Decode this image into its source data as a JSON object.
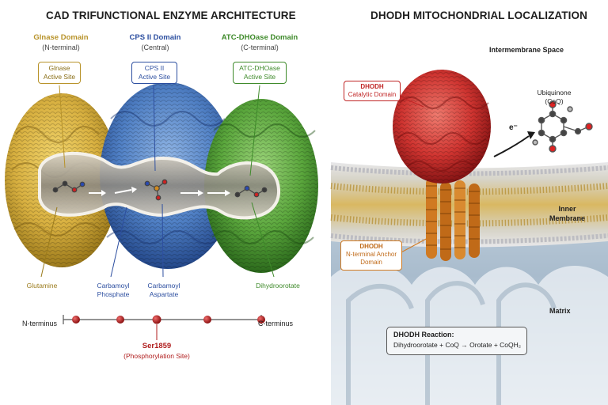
{
  "left_panel": {
    "title": "CAD TRIFUNCTIONAL ENZYME ARCHITECTURE",
    "domains": [
      {
        "name": "Glnase Domain",
        "sub": "(N-terminal)",
        "site": [
          "Glnase",
          "Active Site"
        ],
        "color": "#b8932a"
      },
      {
        "name": "CPS II Domain",
        "sub": "(Central)",
        "site": [
          "CPS II",
          "Active Site"
        ],
        "color": "#2d4fa0"
      },
      {
        "name": "ATC-DHOase Domain",
        "sub": "(C-terminal)",
        "site": [
          "ATC-DHOase",
          "Active Site"
        ],
        "color": "#3e8a2a"
      }
    ],
    "intermediates": [
      {
        "lines": [
          "Glutamine"
        ],
        "color": "#9a7a1a"
      },
      {
        "lines": [
          "Carbamoyl",
          "Phosphate"
        ],
        "color": "#2d4fa0"
      },
      {
        "lines": [
          "Carbamoyl",
          "Aspartate"
        ],
        "color": "#2d4fa0"
      },
      {
        "lines": [
          "Dihydroorotate"
        ],
        "color": "#3e8a2a"
      }
    ],
    "n_terminus": "N-terminus",
    "c_terminus": "C-terminus",
    "phospho_site": "Ser1859",
    "phospho_sub": "(Phosphorylation Site)",
    "phospho_color": "#b01e1e"
  },
  "right_panel": {
    "title": "DHODH MITOCHONDRIAL LOCALIZATION",
    "intermembrane_space": "Intermembrane Space",
    "catalytic_callout": [
      "DHODH",
      "Catalytic Domain"
    ],
    "anchor_callout": [
      "DHODH",
      "N-terminal Anchor",
      "Domain"
    ],
    "ubiquinone": [
      "Ubiquinone",
      "(CoQ)"
    ],
    "electron": "e⁻",
    "inner_membrane": [
      "Inner",
      "Membrane"
    ],
    "matrix": "Matrix",
    "reaction_title": "DHODH Reaction:",
    "reaction_equation": "Dihydroorotate + CoQ → Orotate + CoQH₂",
    "catalytic_color": "#c02525",
    "anchor_color": "#d07a22"
  }
}
